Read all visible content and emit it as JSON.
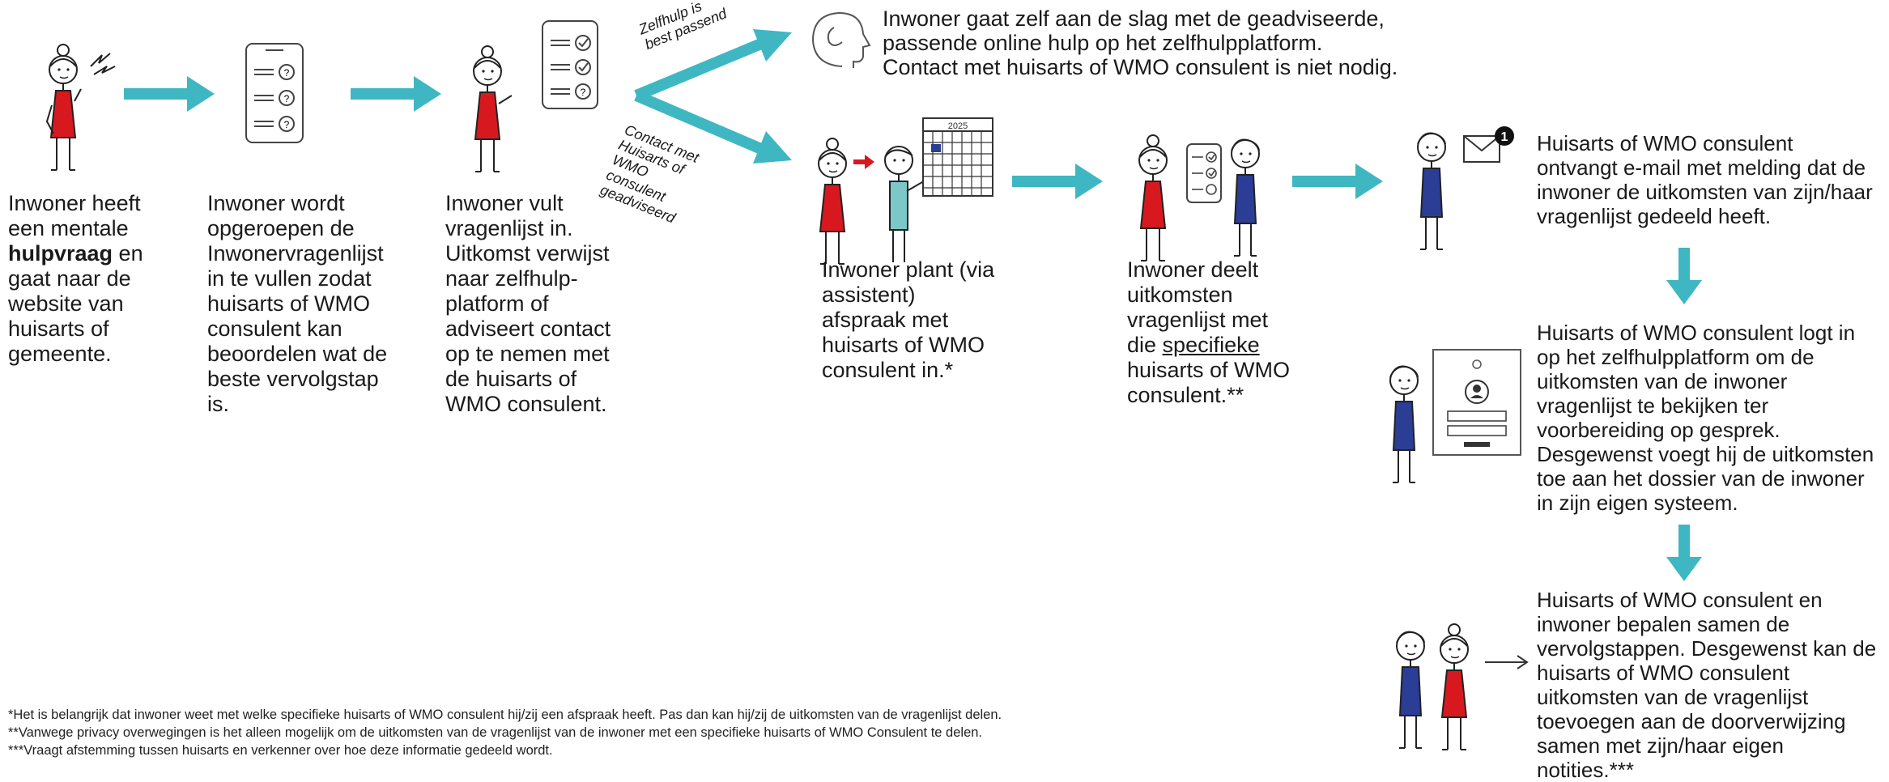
{
  "colors": {
    "arrow": "#3fb7c2",
    "red": "#d7191f",
    "blue": "#2c3d96",
    "teal": "#7cc8c8",
    "ink": "#222222"
  },
  "step1": {
    "pre": "Inwoner heeft een mentale",
    "bold": "hulpvraag",
    "post": "en gaat naar de website van huisarts of gemeente."
  },
  "step2": {
    "text": "Inwoner wordt opgeroepen de Inwonervragenlijst in te vullen zodat huisarts of WMO consulent kan beoordelen wat de beste vervolgstap is."
  },
  "step3": {
    "text": "Inwoner vult vragenlijst in. Uitkomst verwijst naar zelfhulp-platform of adviseert contact op te nemen met de huisarts of WMO consulent."
  },
  "branch_top": {
    "label": "Zelfhulp is best passend"
  },
  "branch_bottom": {
    "label": "Contact met Huisarts of WMO consulent geadviseerd"
  },
  "selfhelp": {
    "text": "Inwoner gaat zelf aan de slag met de geadviseerde, passende online hulp op het zelfhulpplatform. Contact met huisarts of WMO consulent is niet nodig."
  },
  "step4": {
    "text": "Inwoner plant (via assistent) afspraak met huisarts of WMO consulent in.*",
    "calendar_year": "2025"
  },
  "step5": {
    "pre": "Inwoner deelt uitkomsten vragenlijst met die",
    "underlined": "specifieke",
    "post": "huisarts of WMO consulent.**"
  },
  "step6": {
    "text": "Huisarts of WMO consulent ontvangt e-mail met melding dat de inwoner de uitkomsten van zijn/haar vragenlijst gedeeld heeft.",
    "badge": "1"
  },
  "step7": {
    "text": "Huisarts of WMO consulent logt in op het zelfhulpplatform om de uitkomsten van de inwoner vragenlijst te bekijken ter voorbereiding op gesprek. Desgewenst voegt hij de uitkomsten toe aan het dossier van de inwoner in zijn eigen systeem."
  },
  "step8": {
    "text": "Huisarts of WMO consulent en inwoner bepalen samen de vervolgstappen. Desgewenst kan de huisarts of WMO consulent uitkomsten van de vragenlijst toevoegen aan de doorverwijzing samen met zijn/haar eigen notities.***"
  },
  "footnotes": {
    "f1": "*Het is belangrijk dat inwoner weet met welke specifieke huisarts of WMO consulent hij/zij een afspraak heeft. Pas dan kan hij/zij de uitkomsten van de vragenlijst delen.",
    "f2": "**Vanwege privacy overwegingen is het alleen mogelijk om de uitkomsten van de vragenlijst van de inwoner met een specifieke huisarts of WMO Consulent te delen.",
    "f3": "***Vraagt afstemming tussen huisarts en verkenner over hoe deze informatie gedeeld wordt."
  }
}
